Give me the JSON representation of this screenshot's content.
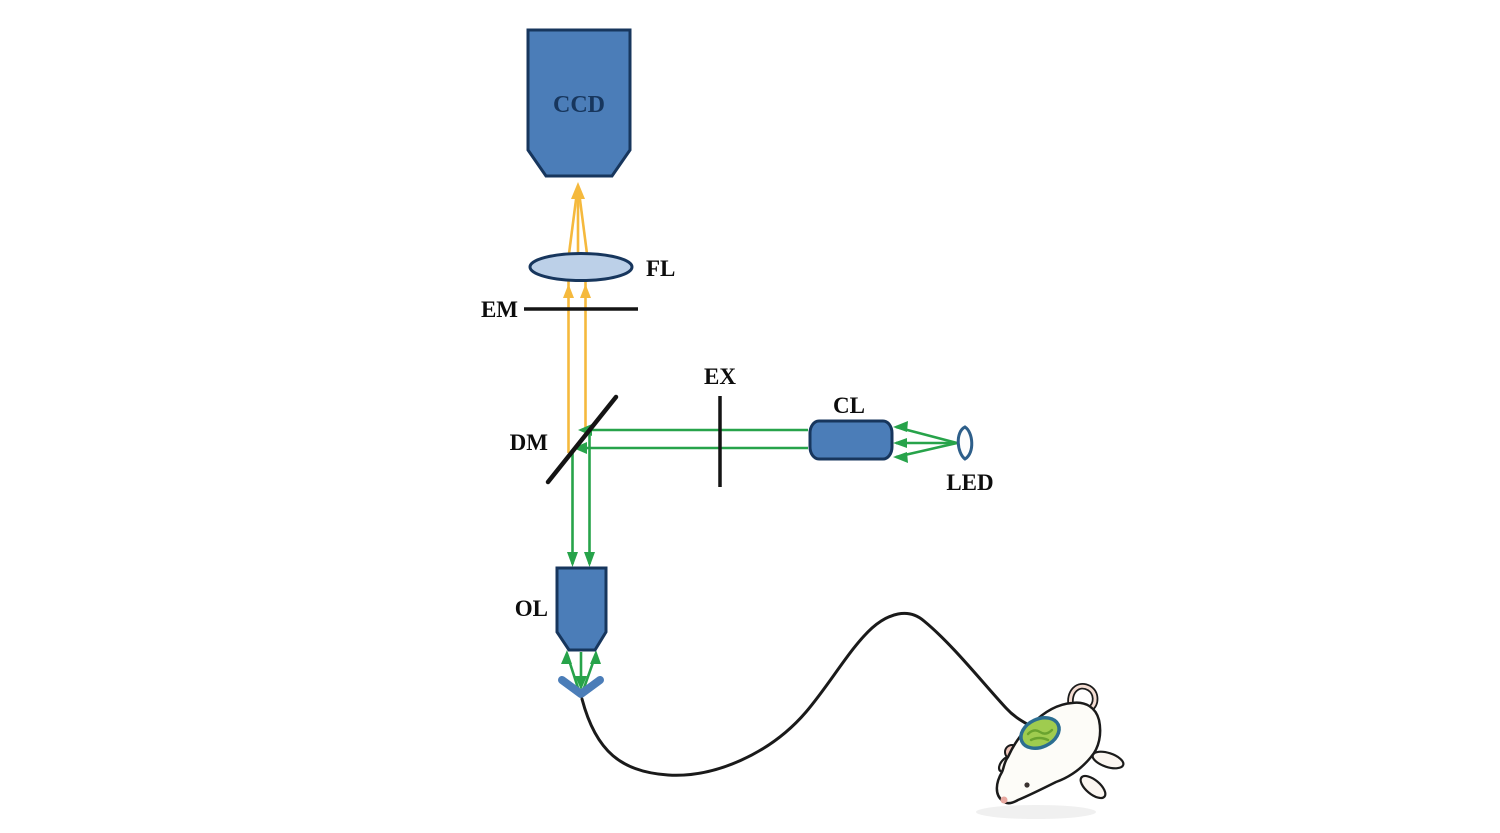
{
  "labels": {
    "ccd": "CCD",
    "fl": "FL",
    "em": "EM",
    "dm": "DM",
    "ex": "EX",
    "cl": "CL",
    "led": "LED",
    "ol": "OL"
  },
  "colors": {
    "component_fill": "#4b7db8",
    "component_border": "#17365d",
    "focusing_lens_fill": "#bcd0e8",
    "emission_beam": "#f5b93d",
    "excitation_beam": "#27a34a",
    "filter_and_mirror_line": "#141414",
    "fiber_line": "#1a1a1a",
    "head_patch_fill": "#9fcc4f",
    "head_patch_ring": "#2c6e91",
    "fiber_coupler_arrow": "#4b7db8"
  }
}
